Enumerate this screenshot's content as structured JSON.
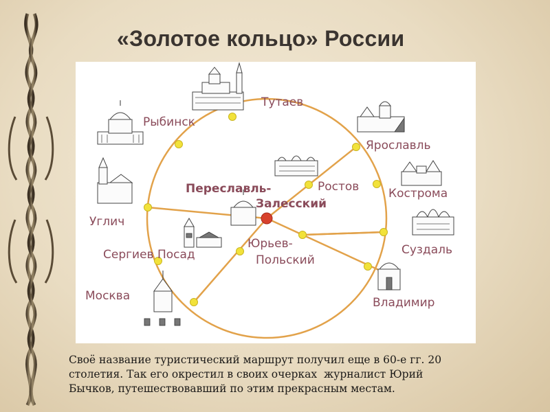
{
  "title": "«Золотое кольцо» России",
  "map": {
    "cities": {
      "tutaev": "Тутаев",
      "rybinsk": "Рыбинск",
      "yaroslavl": "Ярославль",
      "rostov": "Ростов",
      "kostroma": "Кострома",
      "uglich": "Углич",
      "suzdal": "Суздаль",
      "sergiev_posad": "Сергиев Посад",
      "yuriev_line1": "Юрьев-",
      "yuriev_line2": "Польский",
      "moskva": "Москва",
      "vladimir": "Владимир"
    },
    "center_line1": "Переславль-",
    "center_line2": "Залесский"
  },
  "caption": {
    "line1": "Своё название туристический маршрут получил еще в 60-е гг. 20",
    "line2": "столетия. Так его окрестил в своих очерках  журналист Юрий",
    "line3": "Бычков, путешествовавший по этим прекрасным местам."
  },
  "colors": {
    "ring": "#e2a24a",
    "city_dot": "#f2e23a",
    "center_dot": "#d8412c",
    "label": "#8a4b5a"
  }
}
